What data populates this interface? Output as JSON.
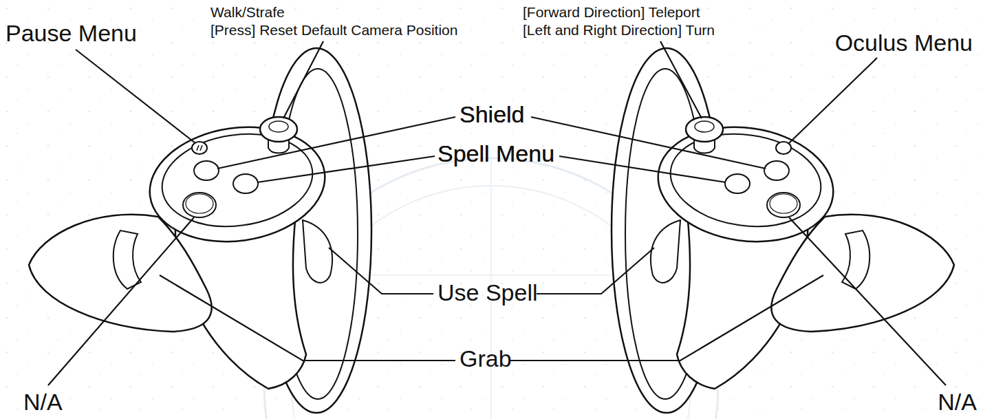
{
  "diagram": {
    "labels": [
      "Walk/Strafe",
      "[Press] Reset Default Camera Position",
      "[Forward Direction] Teleport",
      "[Left and Right Direction] Turn",
      "Pause Menu",
      "Oculus Menu",
      "Shield",
      "Spell Menu",
      "Use Spell",
      "Grab",
      "Shield",
      "Spell Menu",
      "N/A",
      "N/A"
    ]
  }
}
